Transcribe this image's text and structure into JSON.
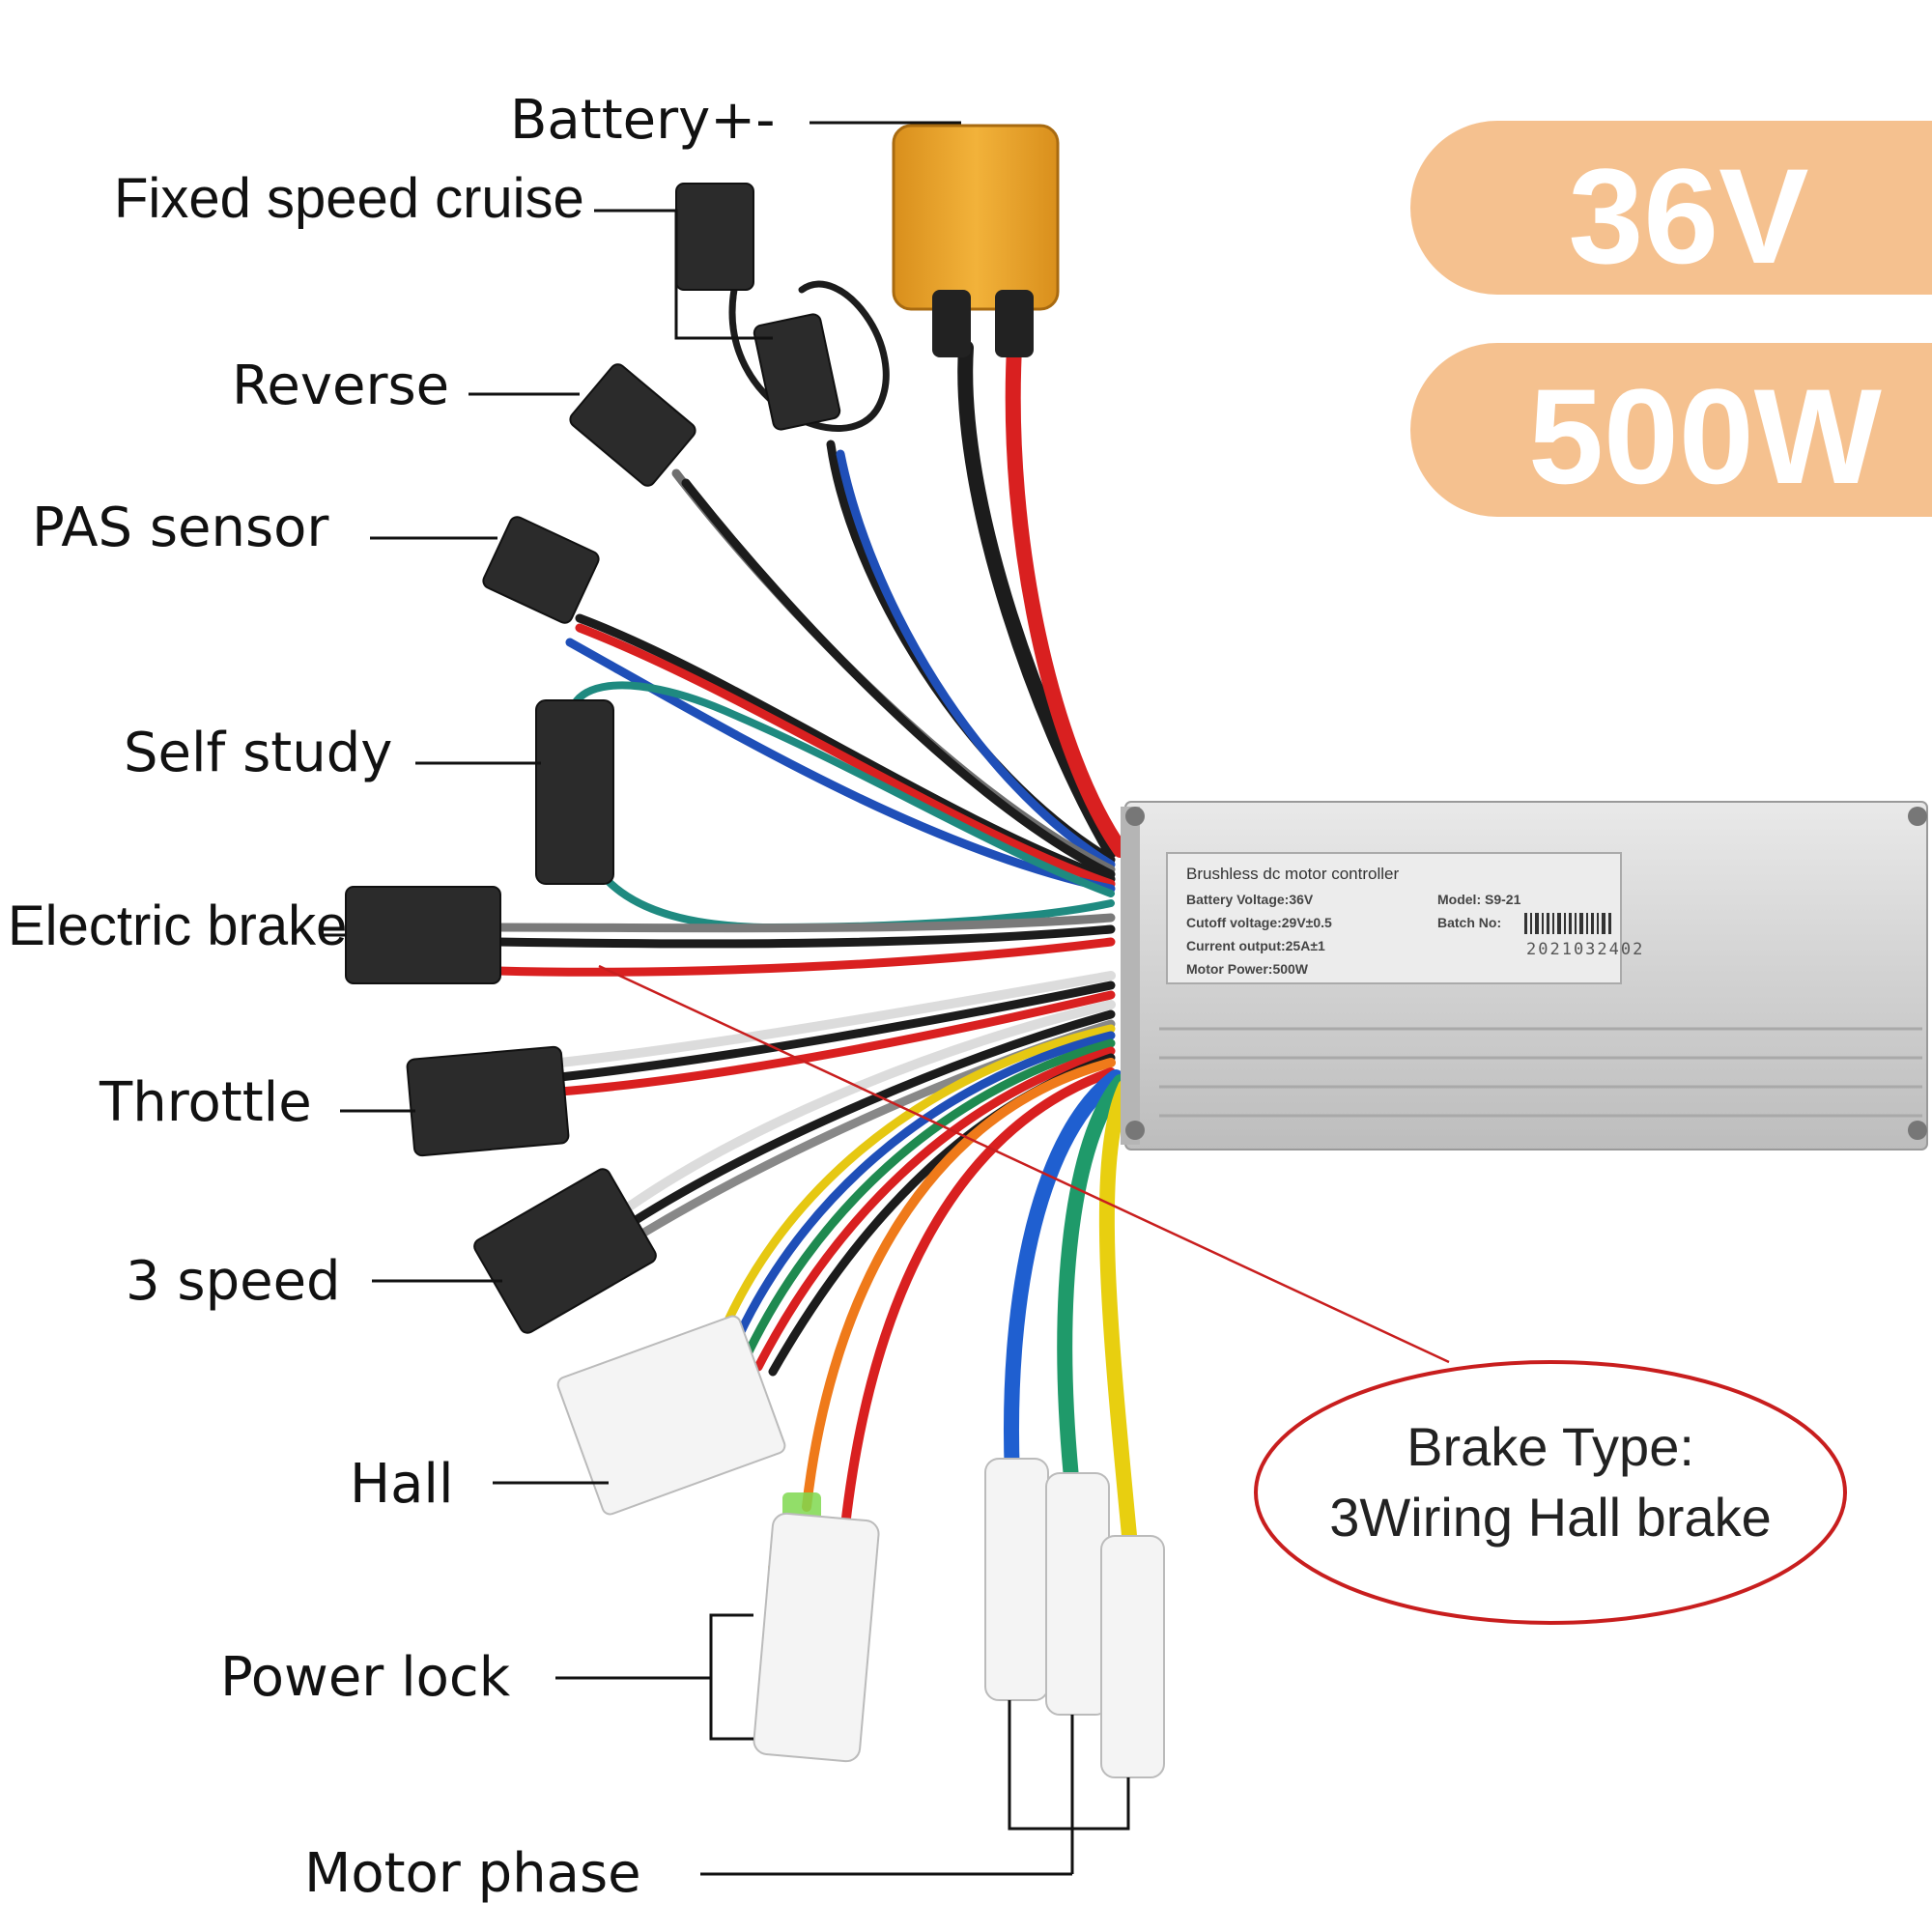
{
  "labels": {
    "battery": "Battery+-",
    "cruise": "Fixed speed cruise",
    "reverse": "Reverse",
    "pas": "PAS sensor",
    "self_study": "Self study",
    "electric_brake": "Electric brake",
    "throttle": "Throttle",
    "three_speed": "3 speed",
    "hall": "Hall",
    "power_lock": "Power lock",
    "motor_phase": "Motor phase"
  },
  "badges": {
    "voltage": "36V",
    "power": "500W",
    "color": "#f5c18f"
  },
  "controller_plate": {
    "title": "Brushless dc motor controller",
    "battery_voltage": "Battery Voltage:36V",
    "cutoff_voltage": "Cutoff voltage:29V±0.5",
    "current_output": "Current output:25A±1",
    "motor_power": "Motor Power:500W",
    "model": "Model:  S9-21",
    "batch_label": "Batch No:",
    "batch_number": "2021032402"
  },
  "callout": {
    "line1": "Brake Type:",
    "line2": "3Wiring Hall brake",
    "color": "#c81e1e"
  }
}
